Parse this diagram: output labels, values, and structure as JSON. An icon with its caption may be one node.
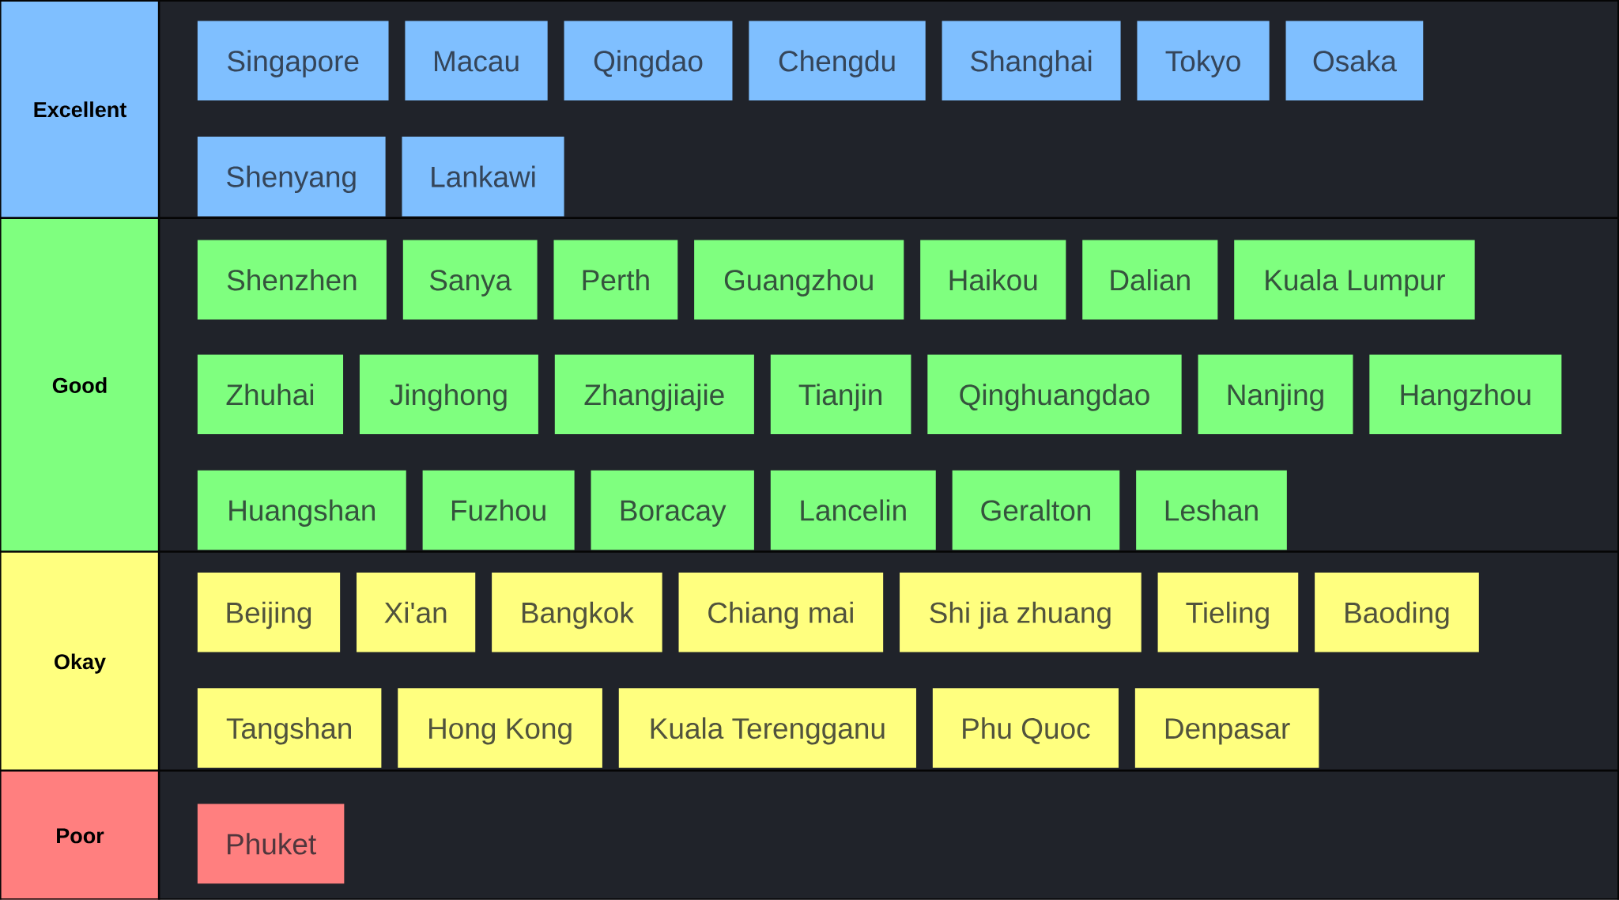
{
  "diagram": {
    "nodes": [
      {
        "text": [
          "Excellent"
        ]
      },
      {
        "text": [
          "Singapore"
        ],
        "in": 0
      },
      {
        "text": [
          "Macau"
        ],
        "in": 0
      },
      {
        "text": [
          "Qingdao"
        ],
        "in": 0
      },
      {
        "text": [
          "Chengdu"
        ],
        "in": 0
      },
      {
        "text": [
          "Shanghai"
        ],
        "in": 0
      },
      {
        "text": [
          "Tokyo"
        ],
        "in": 0
      },
      {
        "text": [
          "Osaka"
        ],
        "in": 0
      },
      {
        "text": [
          "Shenyang"
        ],
        "in": 0
      },
      {
        "text": [
          "Lankawi"
        ],
        "in": 0
      },
      {
        "text": [
          "Good"
        ]
      },
      {
        "text": [
          "Shenzhen"
        ],
        "in": 10
      },
      {
        "text": [
          "Sanya"
        ],
        "in": 10
      },
      {
        "text": [
          "Perth"
        ],
        "in": 10
      },
      {
        "text": [
          "Guangzhou"
        ],
        "in": 10
      },
      {
        "text": [
          "Haikou"
        ],
        "in": 10
      },
      {
        "text": [
          "Dalian"
        ],
        "in": 10
      },
      {
        "text": [
          "Kuala Lumpur"
        ],
        "in": 10
      },
      {
        "text": [
          "Zhuhai"
        ],
        "in": 10
      },
      {
        "text": [
          "Jinghong"
        ],
        "in": 10
      },
      {
        "text": [
          "Zhangjiajie"
        ],
        "in": 10
      },
      {
        "text": [
          "Tianjin"
        ],
        "in": 10
      },
      {
        "text": [
          "Qinghuangdao"
        ],
        "in": 10
      },
      {
        "text": [
          "Nanjing"
        ],
        "in": 10
      },
      {
        "text": [
          "Hangzhou"
        ],
        "in": 10
      },
      {
        "text": [
          "Huangshan"
        ],
        "in": 10
      },
      {
        "text": [
          "Fuzhou"
        ],
        "in": 10
      },
      {
        "text": [
          "Boracay"
        ],
        "in": 10
      },
      {
        "text": [
          "Lancelin"
        ],
        "in": 10
      },
      {
        "text": [
          "Geralton"
        ],
        "in": 10
      },
      {
        "text": [
          "Leshan"
        ],
        "in": 10
      },
      {
        "text": [
          "Okay"
        ]
      },
      {
        "text": [
          "Beijing"
        ],
        "in": 31
      },
      {
        "text": [
          "Xi'an"
        ],
        "in": 31
      },
      {
        "text": [
          "Bangkok"
        ],
        "in": 31
      },
      {
        "text": [
          "Chiang mai"
        ],
        "in": 31
      },
      {
        "text": [
          "Shi jia zhuang"
        ],
        "in": 31
      },
      {
        "text": [
          "Tieling"
        ],
        "in": 31
      },
      {
        "text": [
          "Baoding"
        ],
        "in": 31
      },
      {
        "text": [
          "Tangshan"
        ],
        "in": 31
      },
      {
        "text": [
          "Hong Kong"
        ],
        "in": 31
      },
      {
        "text": [
          "Kuala Terengganu"
        ],
        "in": 31
      },
      {
        "text": [
          "Phu Quoc"
        ],
        "in": 31
      },
      {
        "text": [
          "Denpasar"
        ],
        "in": 31
      },
      {
        "text": [
          "Poor"
        ]
      },
      {
        "text": [
          "Phuket"
        ],
        "in": 44
      }
    ]
  }
}
